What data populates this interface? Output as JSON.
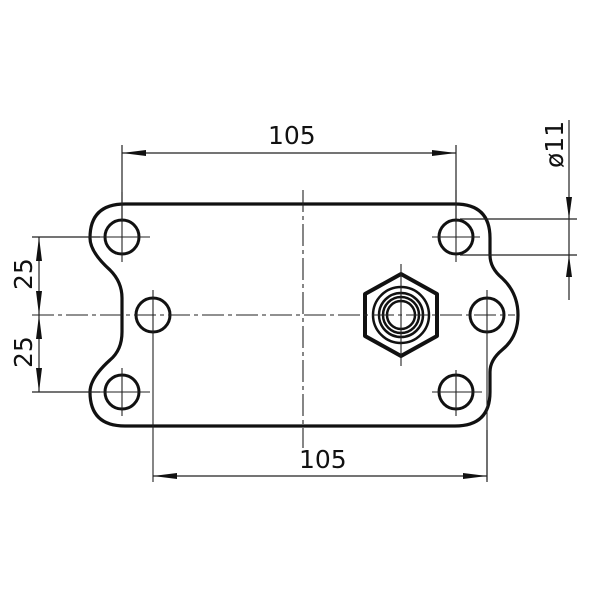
{
  "drawing": {
    "type": "mounting plate technical drawing",
    "colors": {
      "ink": "#111111",
      "paper": "#ffffff"
    },
    "dimensions": {
      "top_width": "105",
      "bottom_width": "105",
      "left_upper_spacing": "25",
      "left_lower_spacing": "25",
      "hole_diameter": "ø11"
    }
  }
}
